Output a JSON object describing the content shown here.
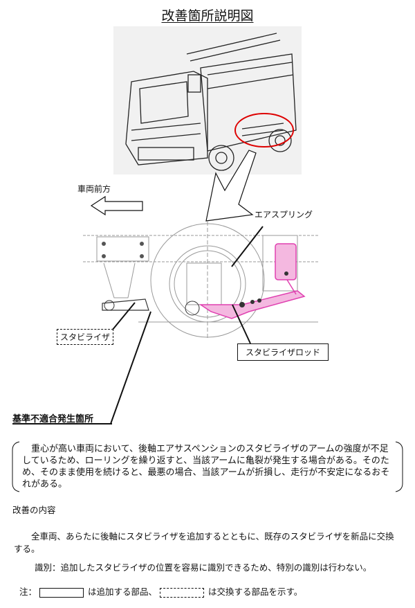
{
  "title": "改善箇所説明図",
  "diagram": {
    "front_label": "車両前方",
    "air_spring_label": "エアスプリング",
    "stabilizer_label": "スタビライザ",
    "stabilizer_rod_label": "スタビライザロッド",
    "defect_location_label": "基準不適合発生箇所",
    "highlight_color": "#e040b0"
  },
  "description": "重心が高い車両において、後軸エアサスペンションのスタビライザのアームの強度が不足しているため、ローリングを繰り返すと、当該アームに亀裂が発生する場合がある。そのため、そのまま使用を続けると、最悪の場合、当該アームが折損し、走行が不安定になるおそれがある。",
  "improvement": {
    "heading": "改善の内容",
    "body": "全車両、あらたに後軸にスタビライザを追加するとともに、既存のスタビライザを新品に交換する。",
    "identification": "識別：追加したスタビライザの位置を容易に識別できるため、特別の識別は行わない。"
  },
  "note": {
    "prefix": "注：",
    "added": "は追加する部品、",
    "replaced": "は交換する部品を示す。"
  }
}
